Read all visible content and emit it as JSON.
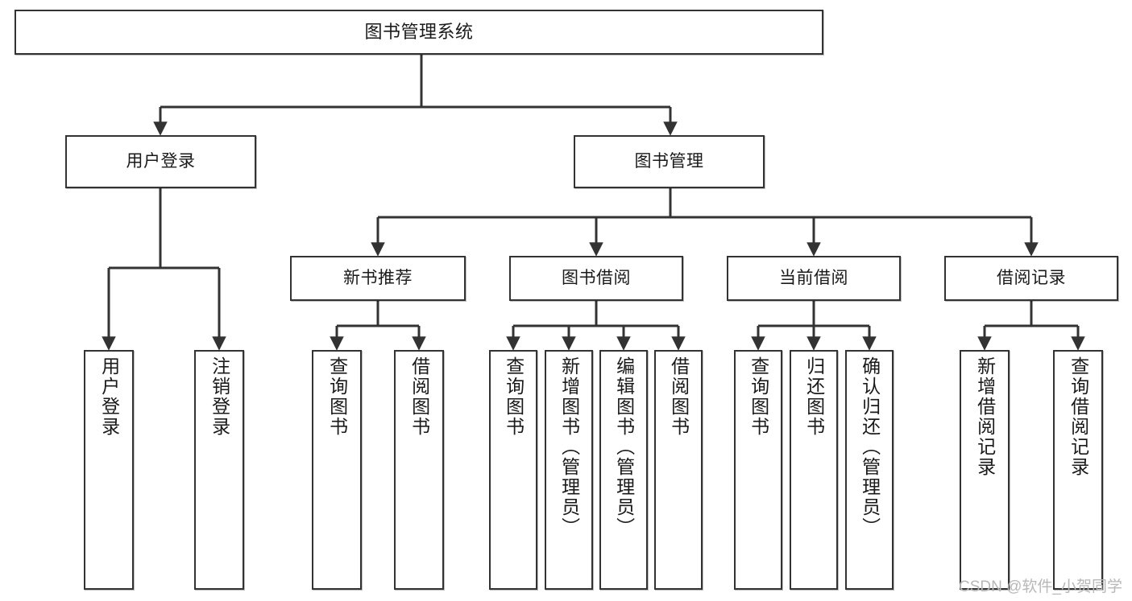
{
  "diagram": {
    "type": "tree-hierarchy",
    "title": "图书管理系统",
    "watermark": "CSDN @软件_小贺同学",
    "colors": {
      "border": "#333333",
      "background": "#ffffff",
      "text": "#1a1a1a",
      "watermark": "#b8b8b8"
    },
    "nodes": {
      "root": {
        "label": "图书管理系统",
        "level": 1
      },
      "l2": [
        {
          "id": "user-login",
          "label": "用户登录",
          "level": 2
        },
        {
          "id": "book-manage",
          "label": "图书管理",
          "level": 2
        }
      ],
      "l3": [
        {
          "id": "new-book-recommend",
          "label": "新书推荐",
          "level": 3
        },
        {
          "id": "book-borrow",
          "label": "图书借阅",
          "level": 3
        },
        {
          "id": "current-borrow",
          "label": "当前借阅",
          "level": 3
        },
        {
          "id": "borrow-record",
          "label": "借阅记录",
          "level": 3
        }
      ],
      "leaves": [
        {
          "id": "leaf-user-login",
          "label": "用户登录",
          "parent": "user-login"
        },
        {
          "id": "leaf-logout-login",
          "label": "注销登录",
          "parent": "user-login"
        },
        {
          "id": "leaf-query-book-1",
          "label": "查询图书",
          "parent": "new-book-recommend"
        },
        {
          "id": "leaf-borrow-book-1",
          "label": "借阅图书",
          "parent": "new-book-recommend"
        },
        {
          "id": "leaf-query-book-2",
          "label": "查询图书",
          "parent": "book-borrow"
        },
        {
          "id": "leaf-add-book",
          "label": "新增图书（管理员）",
          "parent": "book-borrow"
        },
        {
          "id": "leaf-edit-book",
          "label": "编辑图书（管理员）",
          "parent": "book-borrow"
        },
        {
          "id": "leaf-borrow-book-2",
          "label": "借阅图书",
          "parent": "book-borrow"
        },
        {
          "id": "leaf-query-book-3",
          "label": "查询图书",
          "parent": "current-borrow"
        },
        {
          "id": "leaf-return-book",
          "label": "归还图书",
          "parent": "current-borrow"
        },
        {
          "id": "leaf-confirm-return",
          "label": "确认归还（管理员）",
          "parent": "current-borrow"
        },
        {
          "id": "leaf-add-record",
          "label": "新增借阅记录",
          "parent": "borrow-record"
        },
        {
          "id": "leaf-query-record",
          "label": "查询借阅记录",
          "parent": "borrow-record"
        }
      ]
    }
  }
}
